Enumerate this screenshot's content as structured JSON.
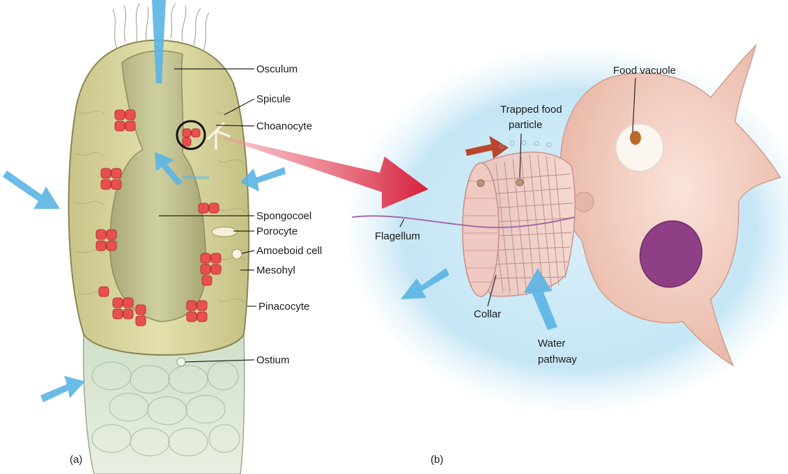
{
  "panels": {
    "a": {
      "caption": "(a)",
      "labels": {
        "osculum": "Osculum",
        "spicule": "Spicule",
        "choanocyte": "Choanocyte",
        "spongocoel": "Spongocoel",
        "porocyte": "Porocyte",
        "amoeboid_cell": "Amoeboid cell",
        "mesohyl": "Mesohyl",
        "pinacocyte": "Pinacocyte",
        "ostium": "Ostium"
      }
    },
    "b": {
      "caption": "(b)",
      "labels": {
        "food_vacuole": "Food vacuole",
        "trapped_line1": "Trapped food",
        "trapped_line2": "particle",
        "flagellum": "Flagellum",
        "collar": "Collar",
        "water_line1": "Water",
        "water_line2": "pathway"
      }
    }
  },
  "colors": {
    "sponge_body": "#d8d49a",
    "sponge_outline": "#8a8452",
    "spongocoel": "#b9ba86",
    "choanocyte_red": "#e8504f",
    "water_arrow": "#5ab4e3",
    "connector_arrow": "#d8203a",
    "cell_body": "#f2cfc2",
    "nucleus": "#8e3f86",
    "food_arrow": "#b8472e",
    "background_glow": "#bfe4f4"
  }
}
